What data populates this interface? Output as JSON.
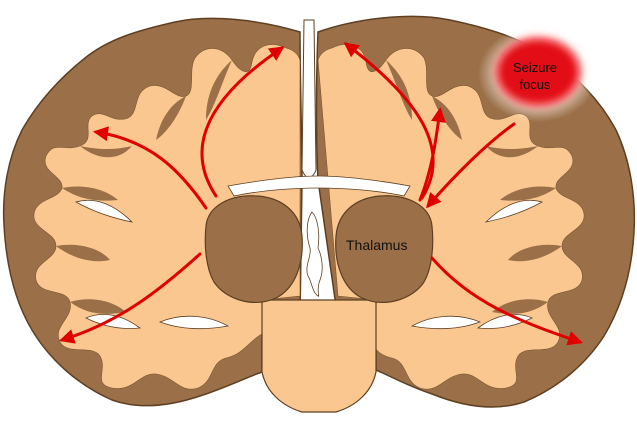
{
  "diagram": {
    "labels": {
      "thalamus": "Thalamus",
      "seizure_focus_line1": "Seizure",
      "seizure_focus_line2": "focus"
    },
    "colors": {
      "cortex": "#9b7048",
      "white_matter": "#fbc790",
      "cortex_outline": "#5e3f22",
      "thalamus": "#9b7048",
      "arrow": "#e00000",
      "seizure_focus": "#e20f16",
      "seizure_glow": "#ff9a9a",
      "background": "#ffffff"
    }
  }
}
